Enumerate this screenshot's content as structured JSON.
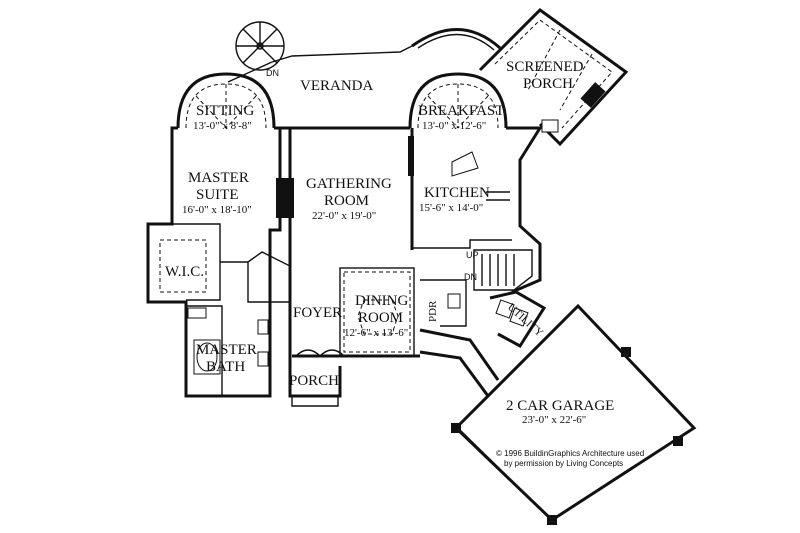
{
  "rooms": {
    "veranda": "VERANDA",
    "screened_porch": [
      "SCREENED",
      "PORCH"
    ],
    "sitting": {
      "name": "SITTING",
      "dim": "13'-0\" x 8'-8\""
    },
    "breakfast": {
      "name": "BREAKFAST",
      "dim": "13'-0\" x 12'-6\""
    },
    "master_suite": {
      "name": [
        "MASTER",
        "SUITE"
      ],
      "dim": "16'-0\" x 18'-10\""
    },
    "gathering_room": {
      "name": [
        "GATHERING",
        "ROOM"
      ],
      "dim": "22'-0\" x 19'-0\""
    },
    "kitchen": {
      "name": "KITCHEN",
      "dim": "15'-6\" x 14'-0\""
    },
    "wic": "W.I.C.",
    "foyer": "FOYER",
    "dining_room": {
      "name": [
        "DINING",
        "ROOM"
      ],
      "dim": "12'-6\" x 13'-6\""
    },
    "pdr": "PDR",
    "utility": "UTILITY",
    "master_bath": [
      "MASTER",
      "BATH"
    ],
    "porch": "PORCH",
    "garage": {
      "name": "2 CAR GARAGE",
      "dim": "23'-0\" x 22'-6\""
    }
  },
  "stairs": {
    "up": "UP",
    "dn": "DN",
    "spiral_dn": "DN"
  },
  "copyright": [
    "© 1996 BuildinGraphics Architecture used",
    "by permission by Living Concepts"
  ]
}
